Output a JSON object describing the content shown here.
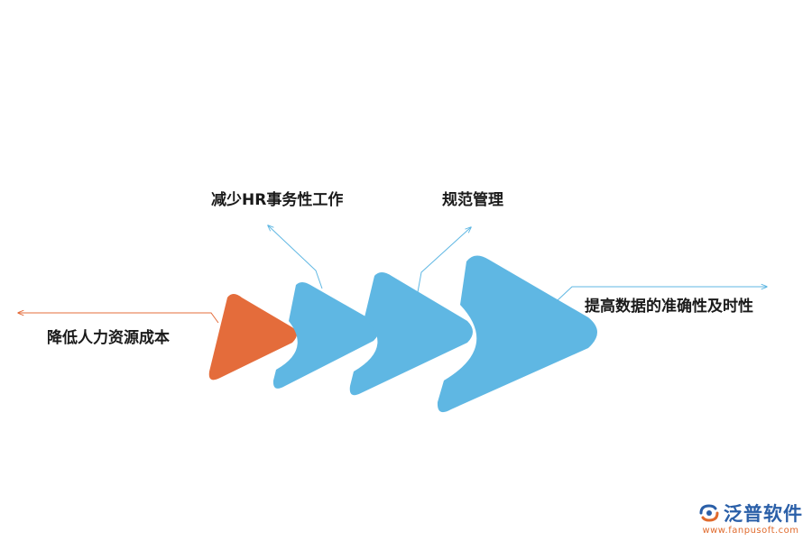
{
  "labels": {
    "reduce_cost": "降低人力资源成本",
    "reduce_hr": "减少HR事务性工作",
    "standardize": "规范管理",
    "accuracy": "提高数据的准确性及时性"
  },
  "logo": {
    "name": "泛普软件",
    "url": "www.fanpusoft.com"
  },
  "colors": {
    "orange": "#E46C3B",
    "blue": "#5FB7E3",
    "orange_line": "#E46C3B",
    "blue_line": "#5FB7E3",
    "logo_blue": "#2A5FA8",
    "logo_orange": "#E06A2C"
  }
}
